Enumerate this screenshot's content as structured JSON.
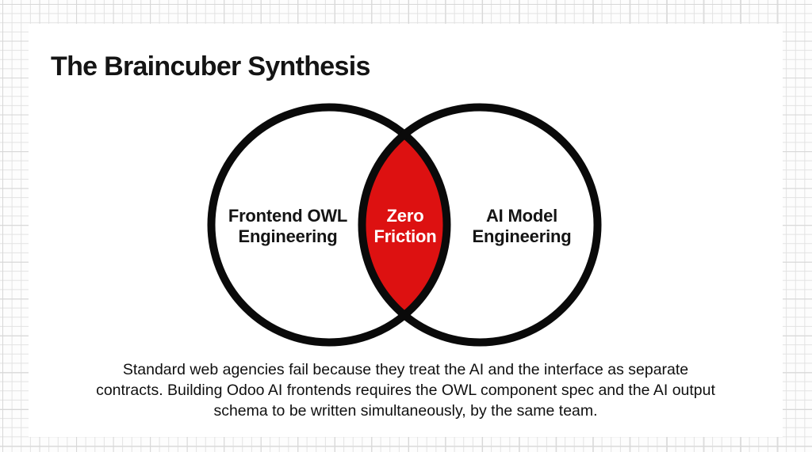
{
  "slide": {
    "title": "The Braincuber Synthesis",
    "description": "Standard web agencies fail because they treat the AI and the interface as separate contracts. Building Odoo AI frontends requires the OWL component spec and the AI output schema to be written simultaneously, by the same team."
  },
  "venn": {
    "left_label": "Frontend OWL\nEngineering",
    "intersection_label": "Zero\nFriction",
    "right_label": "AI Model\nEngineering",
    "intersection_color": "#DD1111",
    "circle_stroke_color": "#0A0A0A",
    "intersection_text_color": "#FFFFFF"
  },
  "theme": {
    "canvas_background": "#FDFDFD",
    "grid_line_color": "#E2E2E2",
    "grid_major_line_color": "#D7D7D7",
    "card_background": "#FFFFFF",
    "title_color": "#141414",
    "body_text_color": "#101010"
  }
}
